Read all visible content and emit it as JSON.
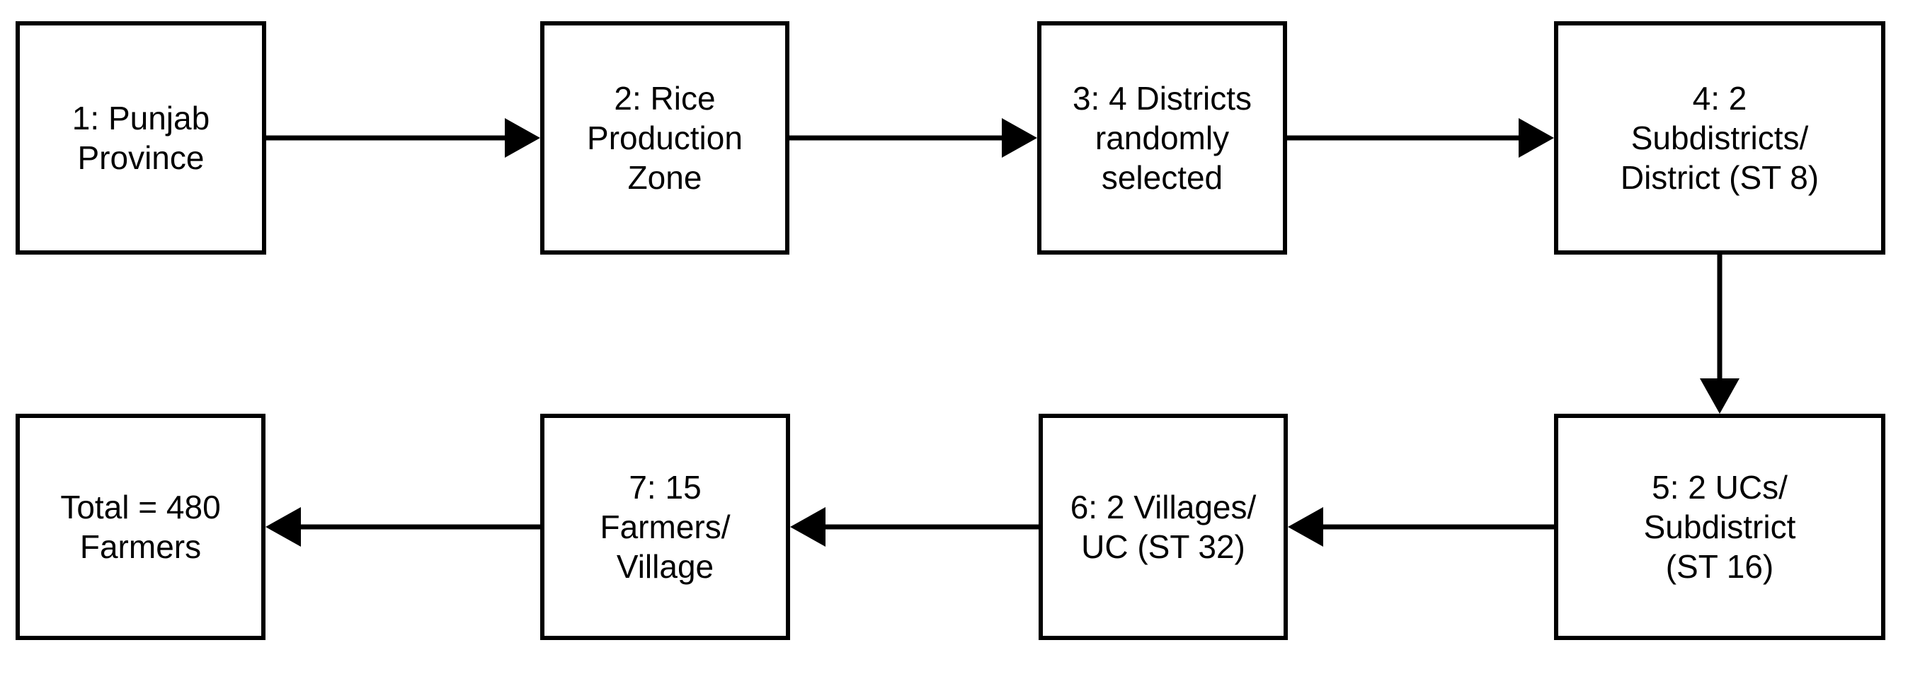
{
  "diagram": {
    "type": "flowchart",
    "accent_color": "#000000",
    "background_color": "#ffffff",
    "boxes": [
      {
        "id": "1",
        "text": "1: Punjab\nProvince"
      },
      {
        "id": "2",
        "text": "2: Rice\nProduction\nZone"
      },
      {
        "id": "3",
        "text": "3: 4 Districts\nrandomly\nselected"
      },
      {
        "id": "4",
        "text": "4: 2\nSubdistricts/\nDistrict (ST 8)"
      },
      {
        "id": "5",
        "text": "5: 2 UCs/\nSubdistrict\n(ST 16)"
      },
      {
        "id": "6",
        "text": "6: 2 Villages/\nUC (ST 32)"
      },
      {
        "id": "7",
        "text": "7: 15\nFarmers/\nVillage"
      },
      {
        "id": "total",
        "text": "Total = 480\nFarmers"
      }
    ],
    "arrows": [
      {
        "from": "1",
        "to": "2",
        "direction": "right"
      },
      {
        "from": "2",
        "to": "3",
        "direction": "right"
      },
      {
        "from": "3",
        "to": "4",
        "direction": "right"
      },
      {
        "from": "4",
        "to": "5",
        "direction": "down"
      },
      {
        "from": "5",
        "to": "6",
        "direction": "left"
      },
      {
        "from": "6",
        "to": "7",
        "direction": "left"
      },
      {
        "from": "7",
        "to": "total",
        "direction": "left"
      }
    ]
  }
}
